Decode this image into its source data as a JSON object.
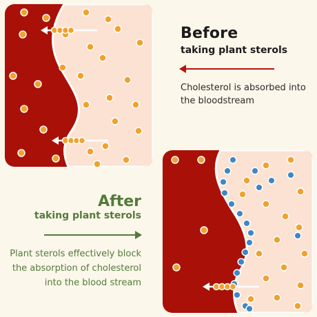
{
  "before": {
    "title": "Before",
    "subtitle": "taking plant sterols",
    "description": "Cholesterol is absorbed into the bloodstream"
  },
  "after": {
    "title": "After",
    "subtitle": "taking plant sterols",
    "description": "Plant sterols effectively block the absorption of cholesterol into the blood stream"
  },
  "colors": {
    "blood": "#a91008",
    "intestine": "#fbe2d3",
    "cholesterol": "#f2a12e",
    "sterol": "#3f87c2",
    "before_text": "#1c1c1c",
    "after_text": "#547a3c",
    "arrow_red": "#b3150c"
  },
  "icons": {
    "cholesterol_particle": "orange-dot-icon",
    "plant_sterol_particle": "blue-dot-icon",
    "absorption_arrow": "left-arrow-icon"
  }
}
